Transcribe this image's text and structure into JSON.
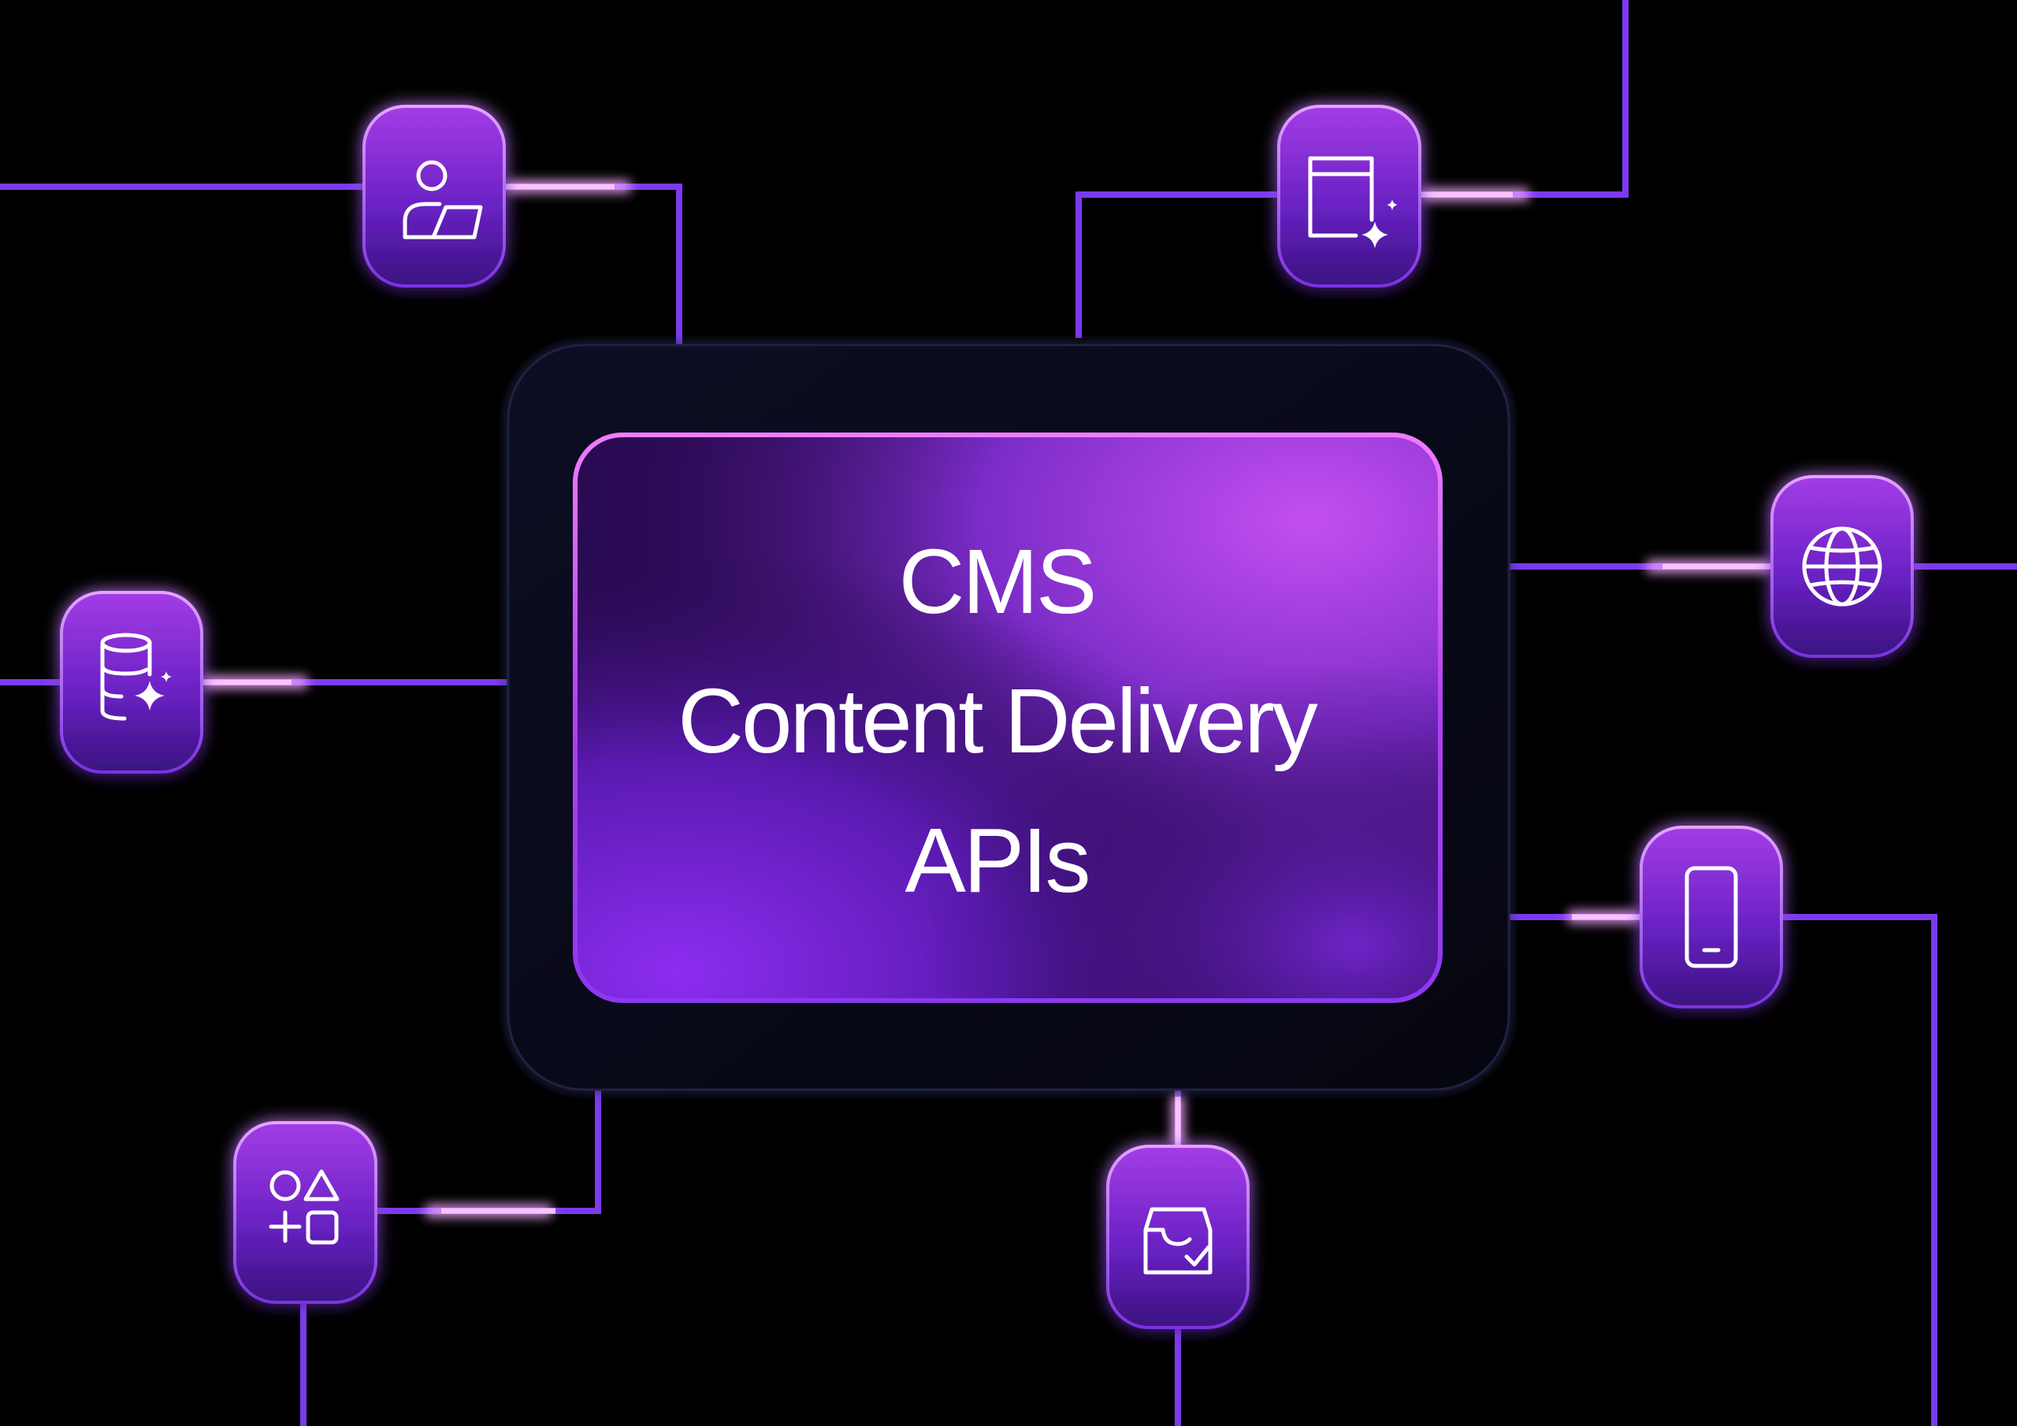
{
  "hub": {
    "title_lines": [
      "CMS",
      "Content Delivery",
      "APIs"
    ]
  },
  "colors": {
    "background": "#000000",
    "line": "#7c3aed",
    "line_glow": "#f0a8ff",
    "tile_top": "#a33ce6",
    "tile_bottom": "#3a1280",
    "hub_frame": "#0b0c1e",
    "hub_panel_light": "#c14ff0",
    "hub_panel_dark": "#2a0a52",
    "icon": "#ffffff"
  },
  "nodes": [
    {
      "id": "user-laptop",
      "icon": "user-laptop-icon"
    },
    {
      "id": "window-sparkle",
      "icon": "window-sparkle-icon"
    },
    {
      "id": "database-sparkle",
      "icon": "database-sparkle-icon"
    },
    {
      "id": "globe",
      "icon": "globe-icon"
    },
    {
      "id": "mobile",
      "icon": "mobile-phone-icon"
    },
    {
      "id": "shapes",
      "icon": "shapes-icon"
    },
    {
      "id": "inbox-check",
      "icon": "inbox-check-icon"
    }
  ]
}
